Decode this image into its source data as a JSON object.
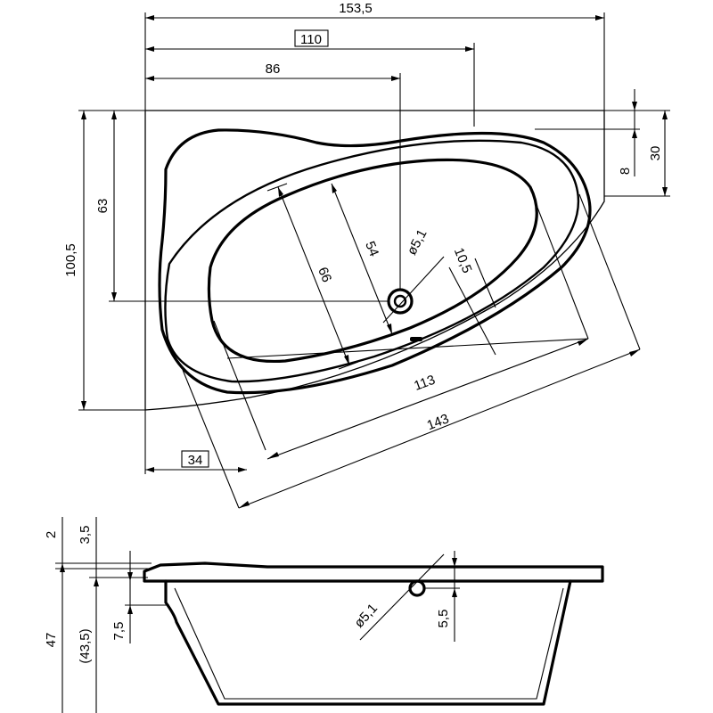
{
  "plan_view": {
    "overall_width": "153,5",
    "overflow_position": "110",
    "drain_position": "86",
    "overall_depth": "100,5",
    "drain_depth_position": "63",
    "rim_step": "8",
    "rim_edge": "30",
    "inner_width": "54",
    "outer_width": "66",
    "drain_diameter": "ø5,1",
    "overflow_offset": "10,5",
    "inner_length": "113",
    "outer_length": "143",
    "corner_offset": "34"
  },
  "section_view": {
    "rim_thickness": "2",
    "rim_height": "3,5",
    "total_height": "47",
    "inner_height": "(43,5)",
    "skirt_height": "7,5",
    "overflow_diameter": "ø5,1",
    "overflow_height": "5,5"
  }
}
